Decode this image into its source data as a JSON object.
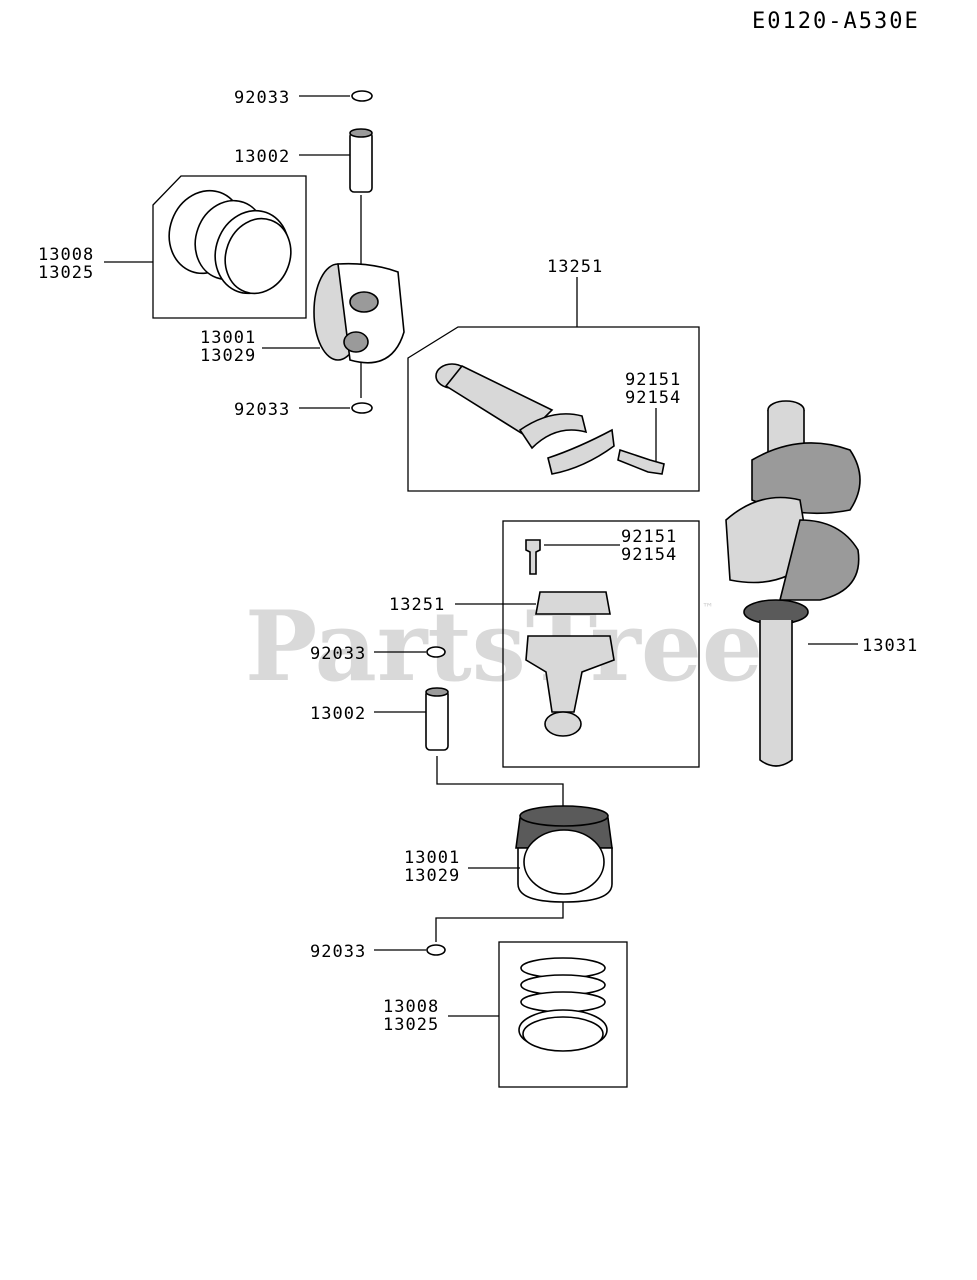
{
  "diagram_code": "E0120-A530E",
  "watermark": "PartsTree",
  "watermark_tm": "™",
  "labels": {
    "upper": {
      "circlip_top": "92033",
      "pin": "13002",
      "rings_a": "13008",
      "rings_b": "13025",
      "piston_a": "13001",
      "piston_b": "13029",
      "circlip_bottom": "92033",
      "rod": "13251",
      "bolt_a": "92151",
      "bolt_b": "92154"
    },
    "lower": {
      "bolt_a": "92151",
      "bolt_b": "92154",
      "rod": "13251",
      "circlip_top": "92033",
      "pin": "13002",
      "piston_a": "13001",
      "piston_b": "13029",
      "circlip_bottom": "92033",
      "rings_a": "13008",
      "rings_b": "13025"
    },
    "crankshaft": "13031"
  }
}
